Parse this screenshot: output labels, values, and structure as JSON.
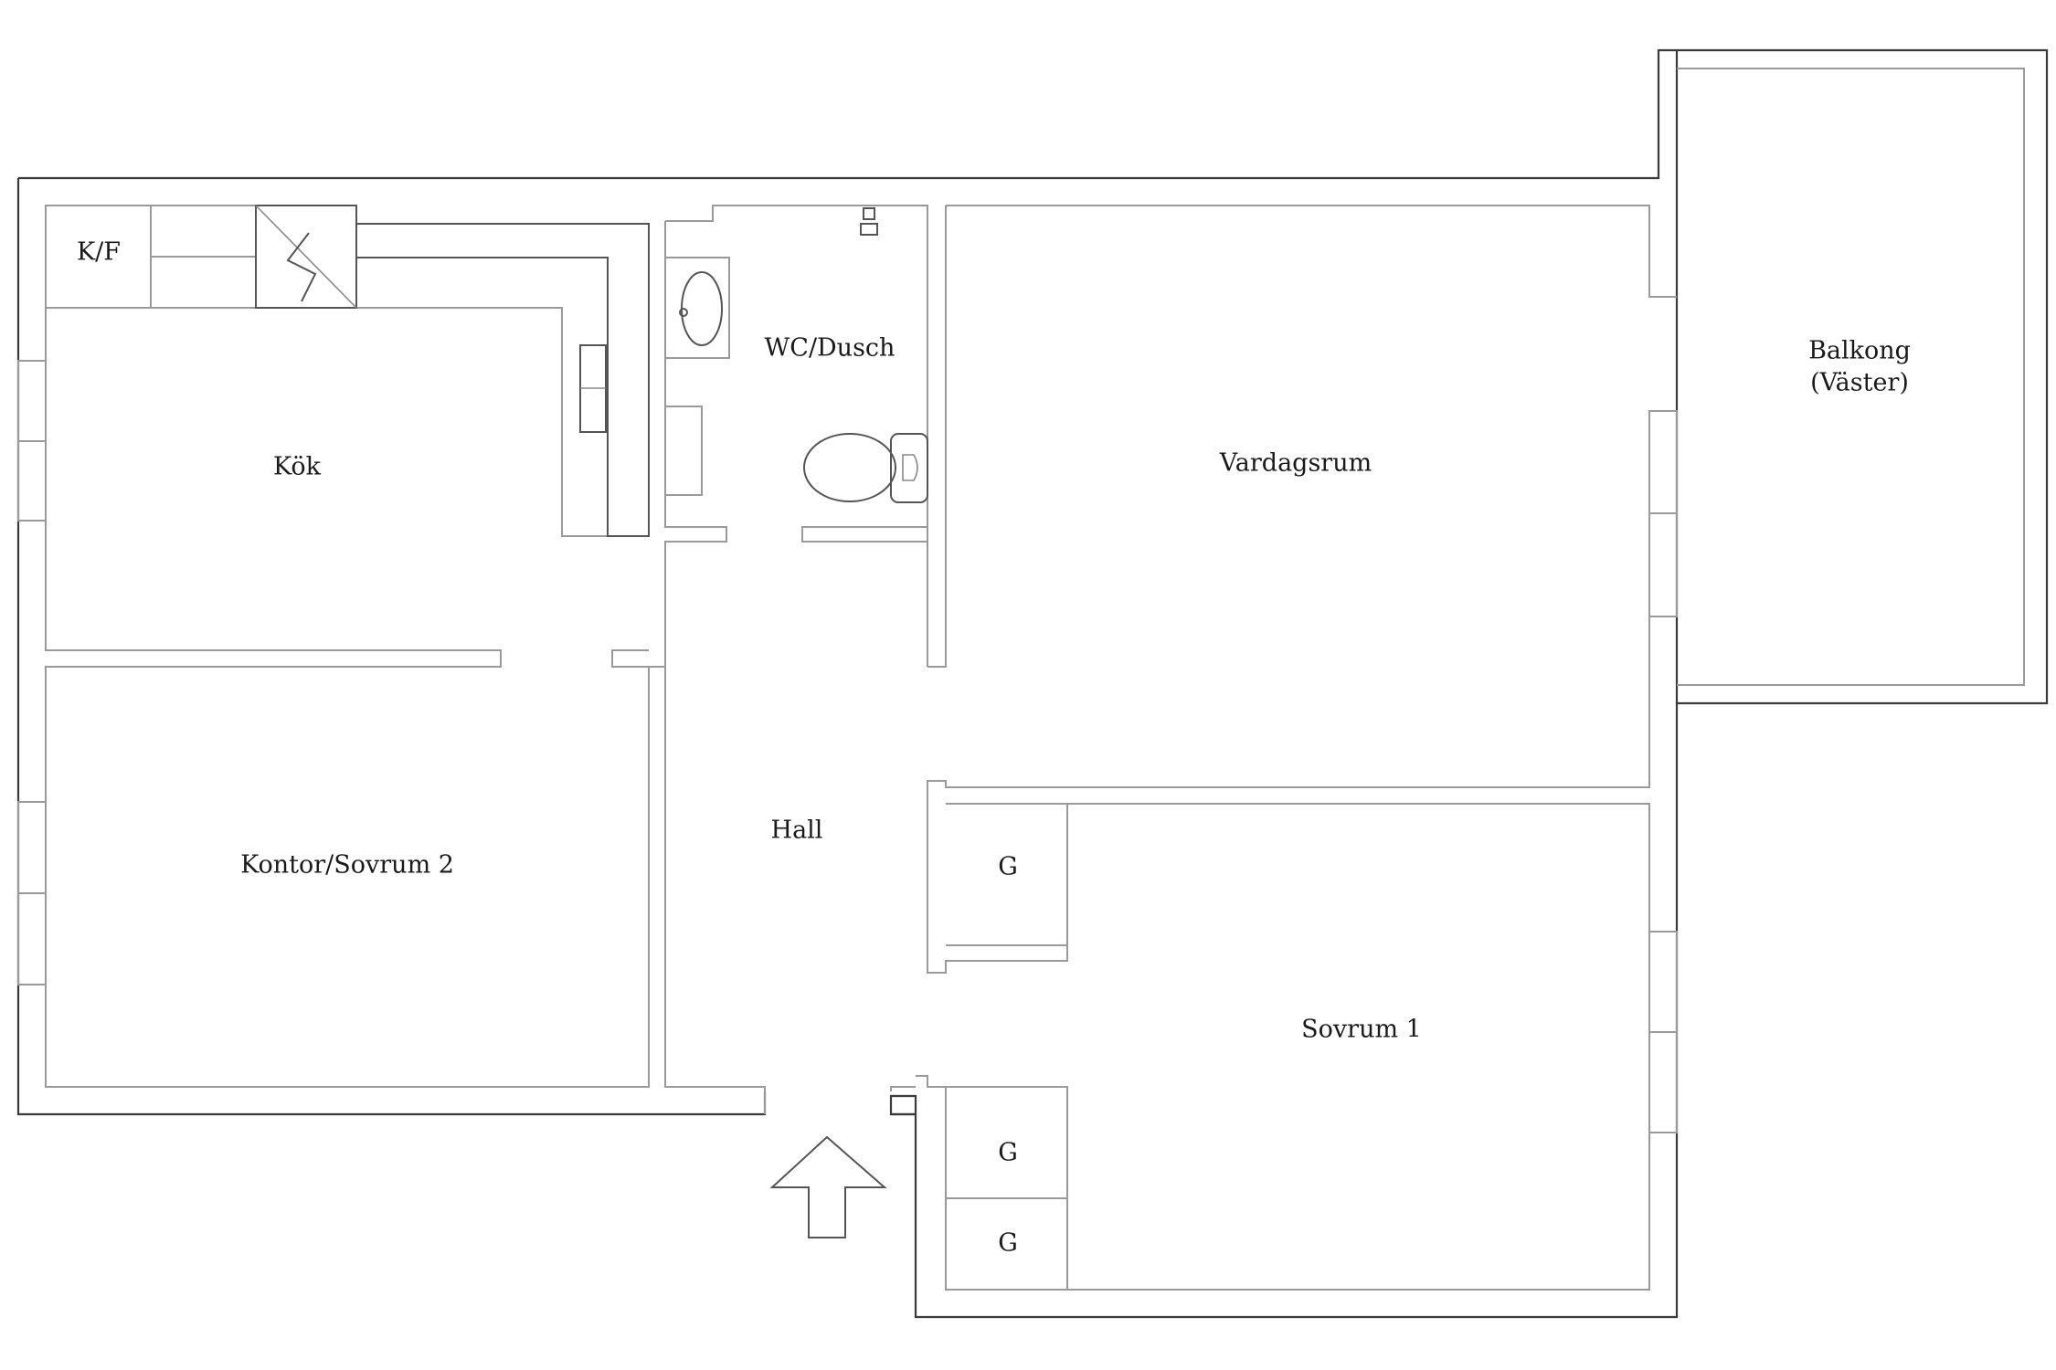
{
  "rooms": {
    "kf": "K/F",
    "kok": "Kök",
    "wc": "WC/Dusch",
    "balkong_line1": "Balkong",
    "balkong_line2": "(Väster)",
    "vardagsrum": "Vardagsrum",
    "kontor": "Kontor/Sovrum 2",
    "hall": "Hall",
    "closet_1": "G",
    "sovrum1": "Sovrum 1",
    "closet_2": "G",
    "closet_3": "G"
  }
}
